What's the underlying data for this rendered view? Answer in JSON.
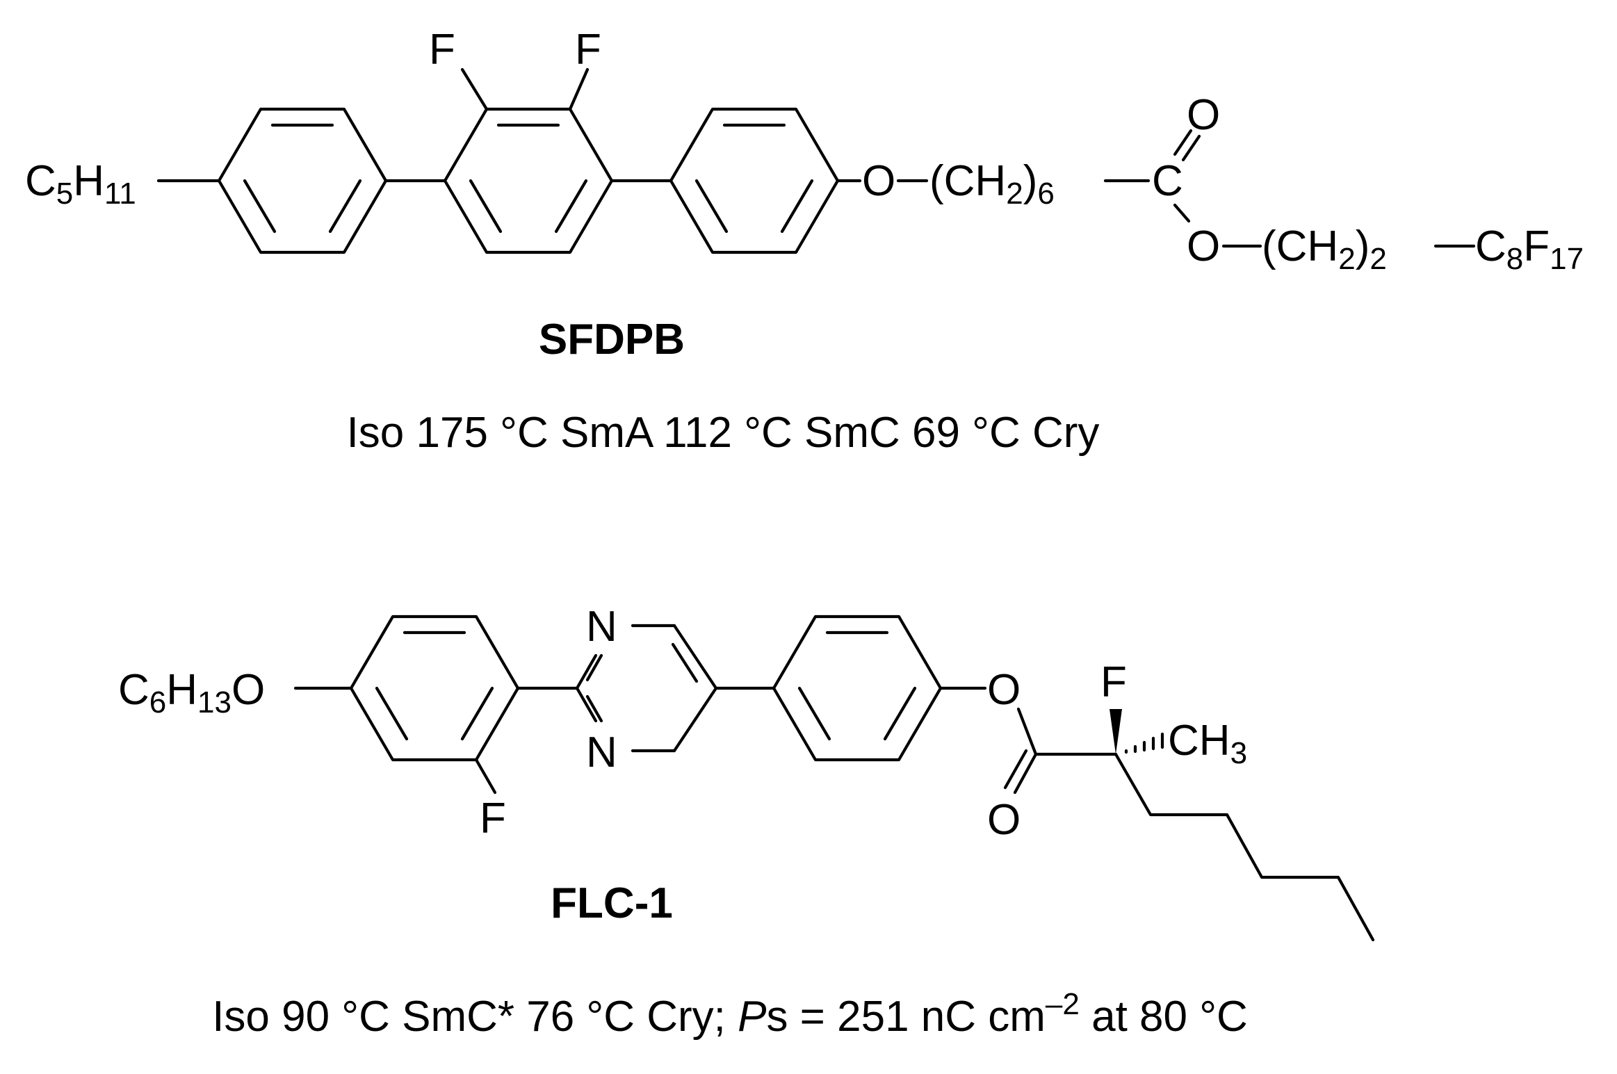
{
  "compound1": {
    "name": "SFDPB",
    "left_group": {
      "main": "C",
      "n1": "5",
      "h": "H",
      "n2": "11"
    },
    "f_left": "F",
    "f_right": "F",
    "o_ether": "O",
    "spacer": {
      "open": "(CH",
      "h_sub": "2",
      "close": ")",
      "n": "6"
    },
    "carbonyl_c": "C",
    "carbonyl_o": "O",
    "ester_o": "O",
    "tail_spacer": {
      "open": "(CH",
      "h_sub": "2",
      "close": ")",
      "n": "2"
    },
    "perfluoro": {
      "c": "C",
      "c_n": "8",
      "f": "F",
      "f_n": "17"
    },
    "phase_sequence": "Iso 175 °C SmA 112 °C SmC 69 °C Cry"
  },
  "compound2": {
    "name": "FLC-1",
    "left_group": {
      "c": "C",
      "c_n": "6",
      "h": "H",
      "h_n": "13",
      "o": "O"
    },
    "n_top": "N",
    "n_bottom": "N",
    "f_ring": "F",
    "ester_o": "O",
    "carbonyl_o": "O",
    "f_stereo": "F",
    "methyl": {
      "ch": "CH",
      "n": "3"
    },
    "phase": {
      "part1": "Iso 90 °C SmC* 76 °C Cry; ",
      "ps_p": "P",
      "ps_s": "s = 251 nC cm",
      "ps_exp": "–2",
      "part2": " at 80 °C"
    }
  }
}
